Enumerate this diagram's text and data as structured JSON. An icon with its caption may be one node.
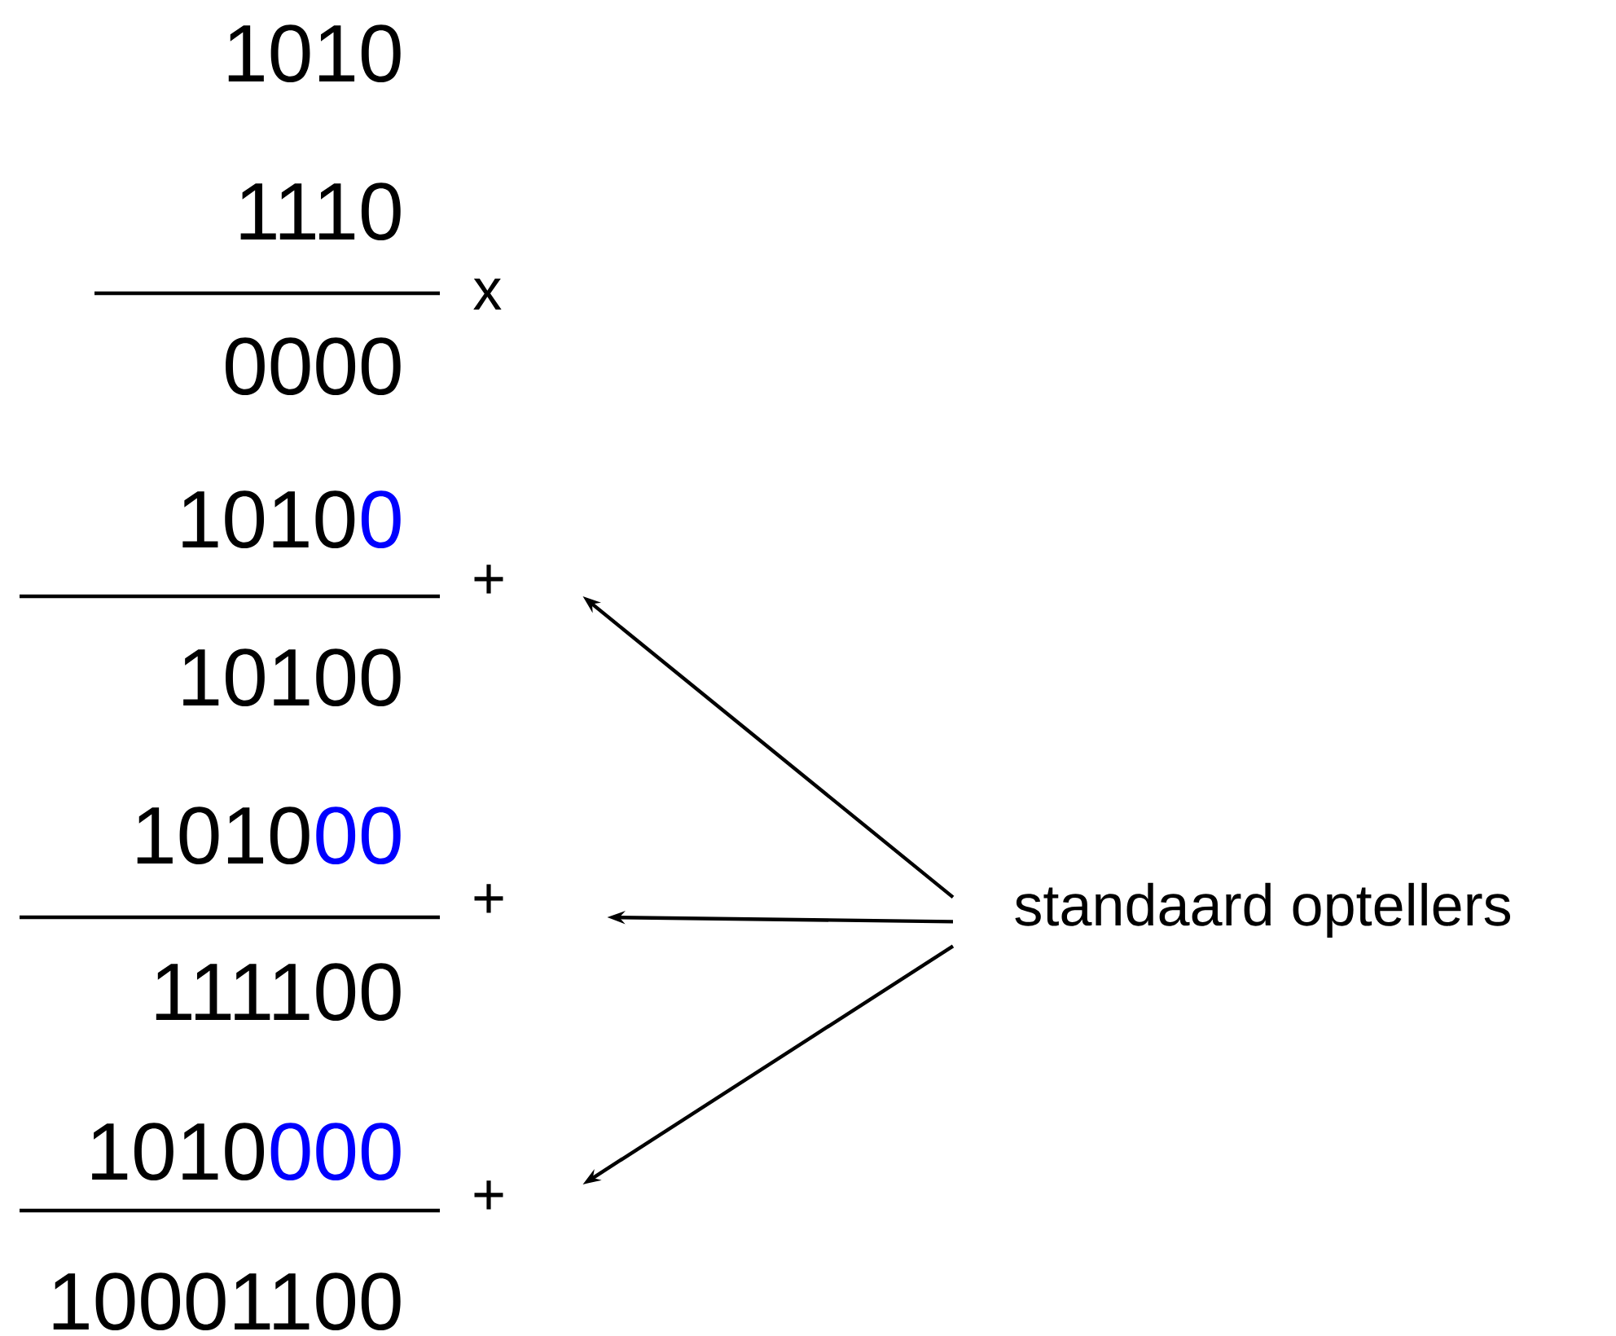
{
  "diagram": {
    "nodes": [
      {
        "text": [
          "+"
        ]
      },
      {
        "text": [
          "+"
        ]
      },
      {
        "text": [
          "+"
        ]
      },
      {
        "text": [
          "standaard optellers"
        ]
      }
    ],
    "edges": [
      {
        "from": 3,
        "to": 0,
        "arrow": "to"
      },
      {
        "from": 3,
        "to": 1,
        "arrow": "to"
      },
      {
        "from": 3,
        "to": 2,
        "arrow": "to"
      }
    ],
    "labels": [
      "1010",
      "1110",
      "x",
      "0000",
      "1010",
      "0",
      "10100",
      "1010",
      "00",
      "111100",
      "1010",
      "000",
      "10001100"
    ]
  }
}
